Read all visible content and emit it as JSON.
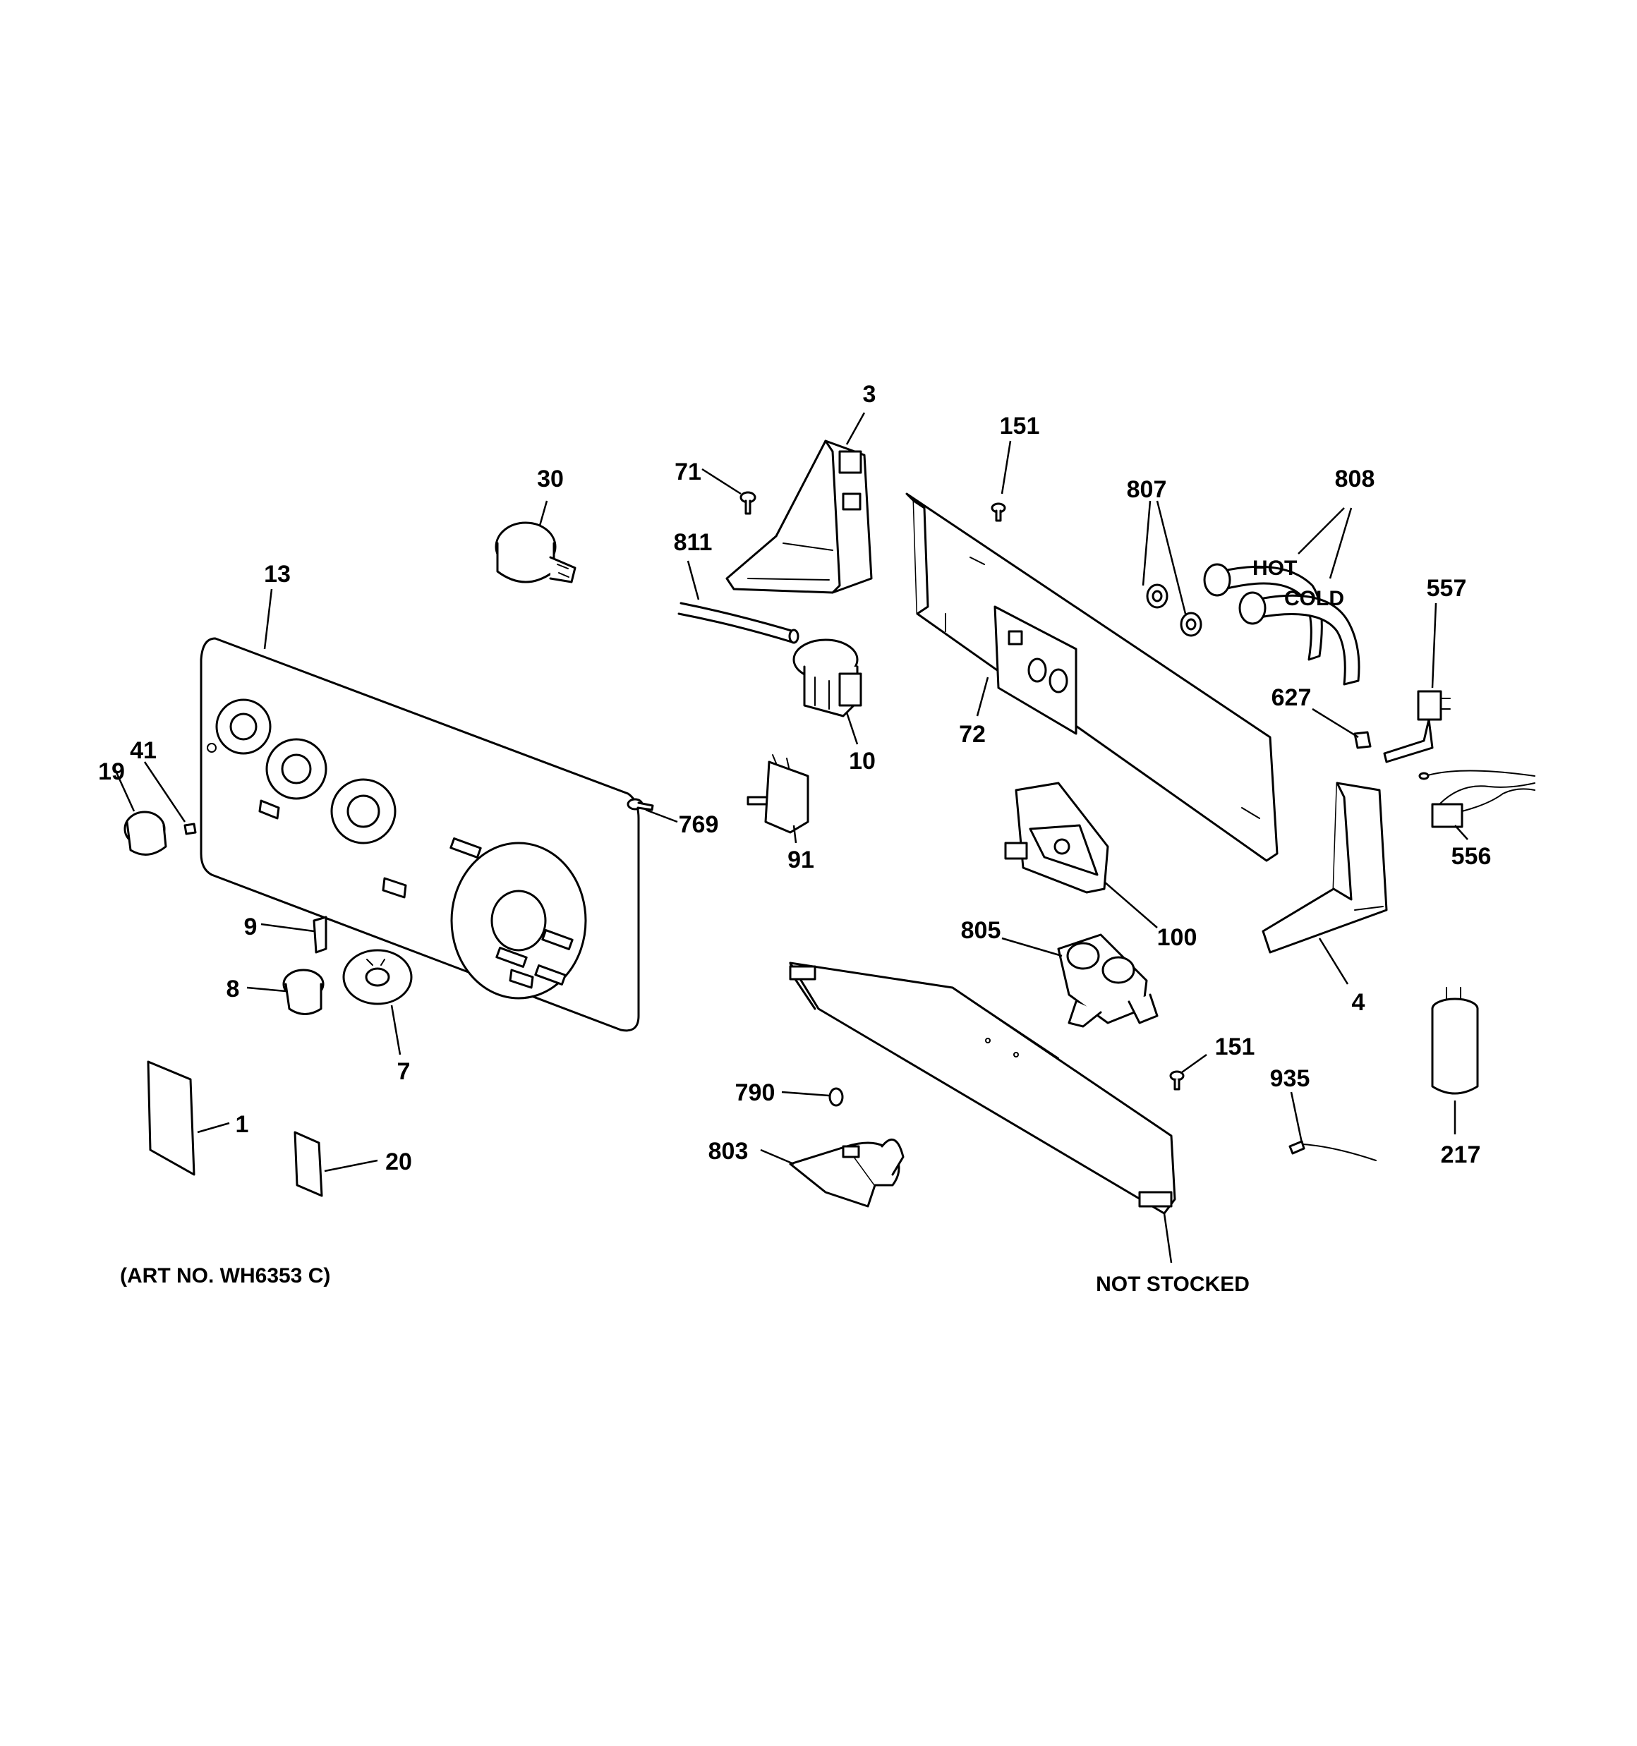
{
  "art_number": "(ART NO. WH6353 C)",
  "not_stocked_label": "NOT STOCKED",
  "hose_labels": {
    "hot": "HOT",
    "cold": "COLD"
  },
  "callouts": [
    {
      "id": "3",
      "label": "3"
    },
    {
      "id": "151a",
      "label": "151"
    },
    {
      "id": "30",
      "label": "30"
    },
    {
      "id": "71",
      "label": "71"
    },
    {
      "id": "807",
      "label": "807"
    },
    {
      "id": "808",
      "label": "808"
    },
    {
      "id": "811",
      "label": "811"
    },
    {
      "id": "13",
      "label": "13"
    },
    {
      "id": "557",
      "label": "557"
    },
    {
      "id": "627",
      "label": "627"
    },
    {
      "id": "72",
      "label": "72"
    },
    {
      "id": "10",
      "label": "10"
    },
    {
      "id": "41",
      "label": "41"
    },
    {
      "id": "19",
      "label": "19"
    },
    {
      "id": "769",
      "label": "769"
    },
    {
      "id": "91",
      "label": "91"
    },
    {
      "id": "556",
      "label": "556"
    },
    {
      "id": "100",
      "label": "100"
    },
    {
      "id": "9",
      "label": "9"
    },
    {
      "id": "805",
      "label": "805"
    },
    {
      "id": "4",
      "label": "4"
    },
    {
      "id": "8",
      "label": "8"
    },
    {
      "id": "7",
      "label": "7"
    },
    {
      "id": "151b",
      "label": "151"
    },
    {
      "id": "935",
      "label": "935"
    },
    {
      "id": "790",
      "label": "790"
    },
    {
      "id": "1",
      "label": "1"
    },
    {
      "id": "20",
      "label": "20"
    },
    {
      "id": "803",
      "label": "803"
    },
    {
      "id": "217",
      "label": "217"
    }
  ]
}
